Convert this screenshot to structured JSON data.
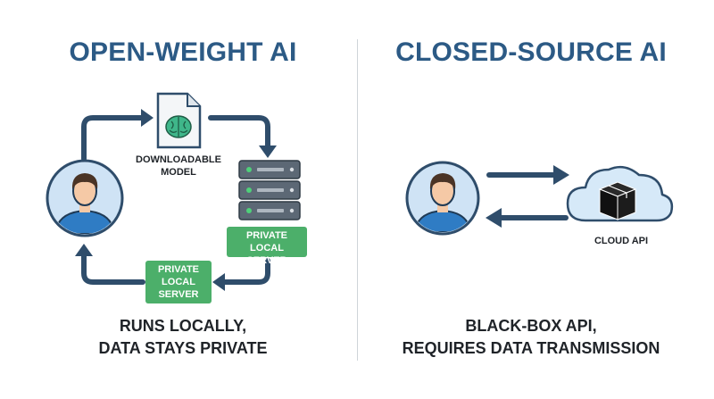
{
  "left": {
    "title": "OPEN-WEIGHT AI",
    "model_label": "DOWNLOADABLE\nMODEL",
    "server_badge": "PRIVATE LOCAL\nSERVER",
    "local_badge": "PRIVATE\nLOCAL\nSERVER",
    "caption": "RUNS LOCALLY,\nDATA STAYS PRIVATE"
  },
  "right": {
    "title": "CLOSED-SOURCE AI",
    "cloud_label": "CLOUD API",
    "caption": "BLACK-BOX API,\nREQUIRES DATA TRANSMISSION"
  },
  "colors": {
    "title": "#2c5a85",
    "arrow": "#2f4d6b",
    "badge": "#4caf6a",
    "avatar_bg": "#cfe3f5",
    "shirt": "#2f7cc4",
    "skin": "#f5c9a6",
    "hair": "#4a3426",
    "server": "#5c6875",
    "brain": "#3fb68a",
    "cloud": "#d6e9f8"
  },
  "icons": [
    "user-icon",
    "document-brain-icon",
    "server-icon",
    "cloud-icon",
    "black-box-icon"
  ]
}
